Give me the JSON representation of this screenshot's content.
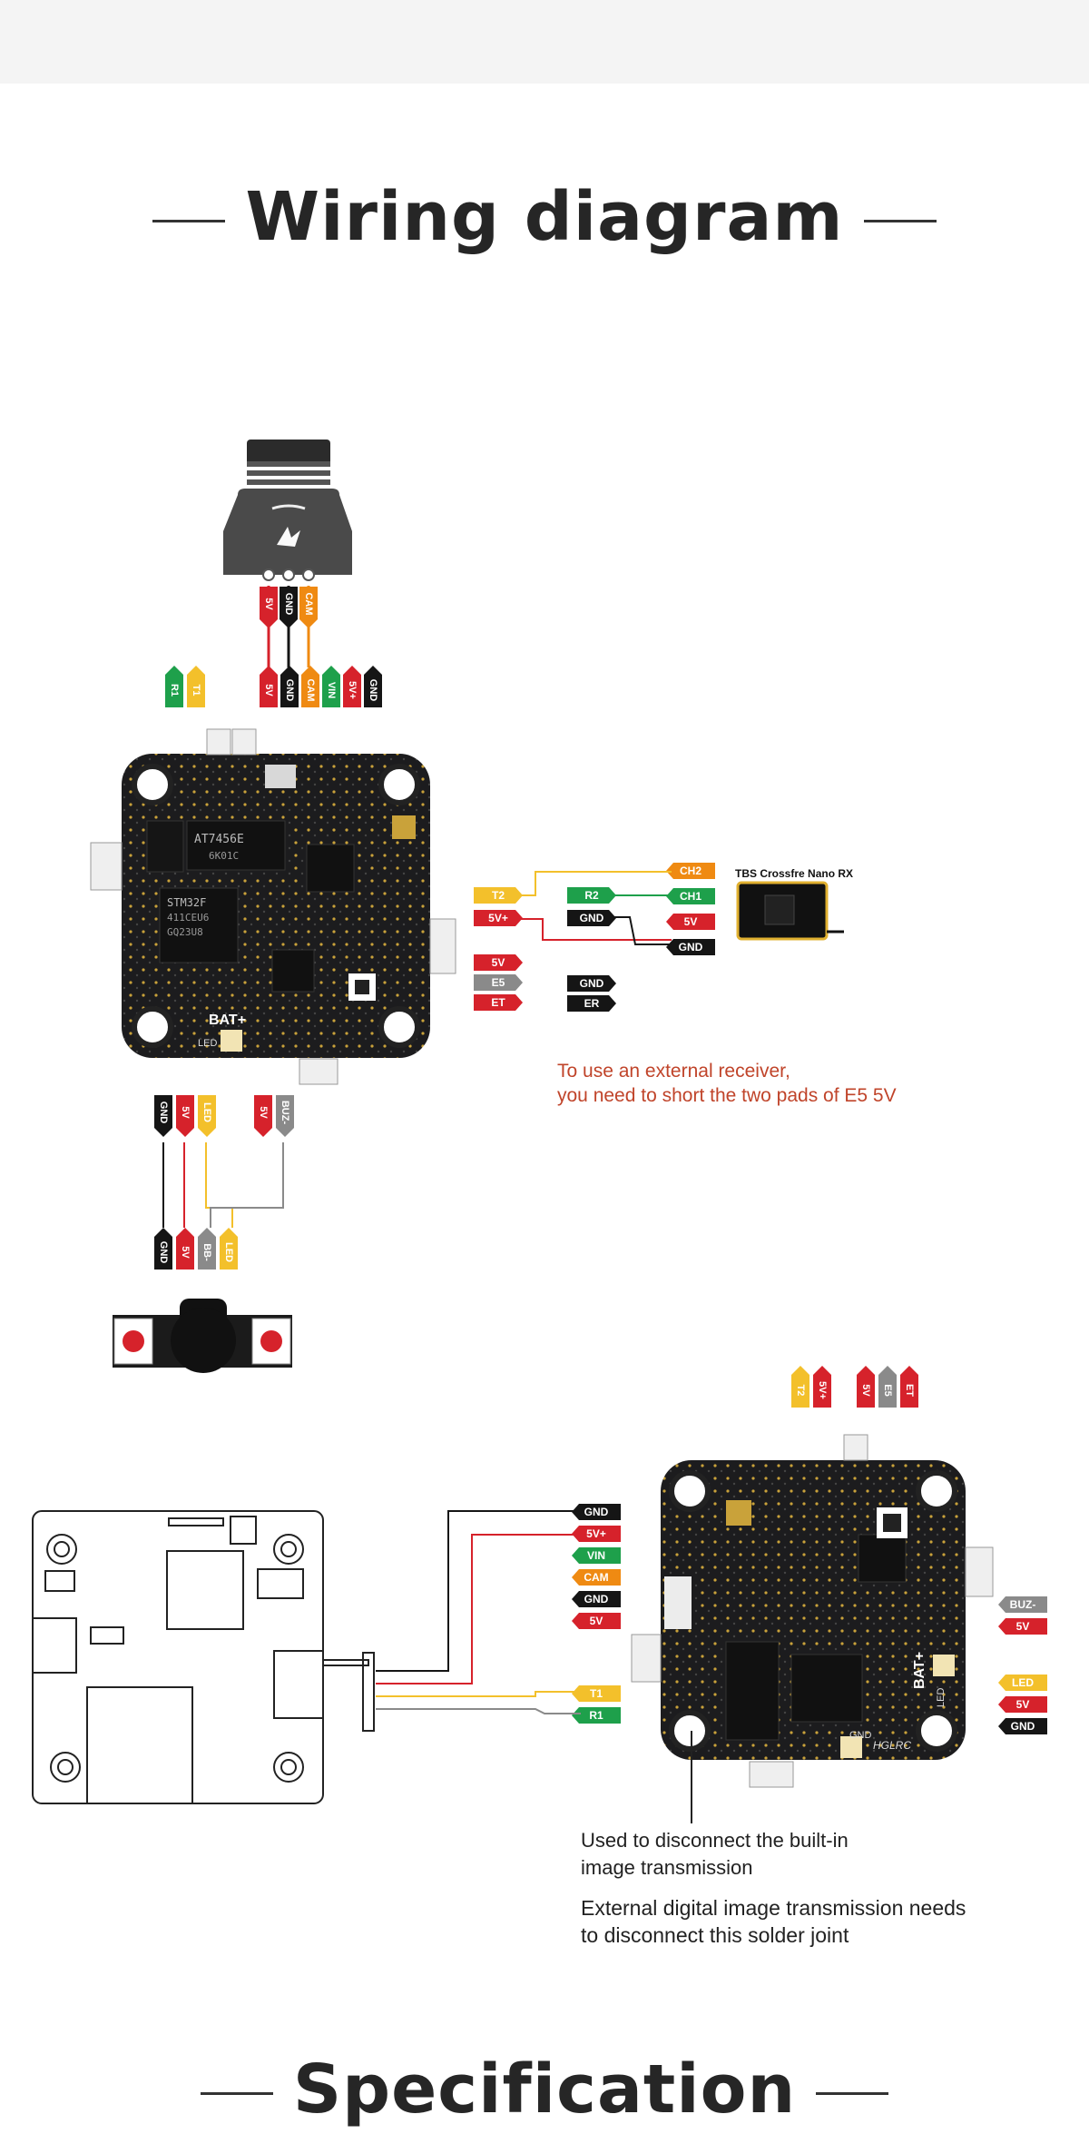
{
  "titles": {
    "wiring": "Wiring diagram",
    "spec": "Specification"
  },
  "colors": {
    "red": "#d6222b",
    "black": "#151515",
    "orange": "#ef8a12",
    "green": "#1ea04b",
    "yellow": "#f3c02b",
    "gray": "#8a8a8a"
  },
  "camera": {
    "tags_top": [
      "5V",
      "GND",
      "CAM"
    ],
    "tags_bottom": [
      "5V",
      "GND",
      "CAM",
      "VIN",
      "5V+",
      "GND"
    ],
    "tags_left": [
      "R1",
      "T1"
    ]
  },
  "fc_top_labels": {
    "chip1": "AT7456E",
    "chip1b": "6K01C",
    "mcu": "STM32F",
    "mcu2": "411CEU6",
    "mcu3": "GQ23U8",
    "bat": "BAT+",
    "led": "LED"
  },
  "receiver": {
    "title": "TBS Crossfre Nano RX",
    "fc_side": [
      "T2",
      "5V+"
    ],
    "mid": [
      "R2",
      "GND"
    ],
    "rx_side": [
      "CH2",
      "CH1",
      "5V",
      "GND"
    ],
    "pads_left": [
      "5V",
      "E5",
      "ET"
    ],
    "pads_right": [
      "GND",
      "ER"
    ]
  },
  "receiver_note": [
    "To use an external receiver,",
    "you need to short the two pads of E5 5V"
  ],
  "buzzer": {
    "top": [
      "GND",
      "5V",
      "LED"
    ],
    "top2": [
      "5V",
      "BUZ-"
    ],
    "bottom": [
      "GND",
      "5V",
      "BB-",
      "LED"
    ]
  },
  "bottom_top_tags": [
    "T2",
    "5V+",
    "5V",
    "E5",
    "ET"
  ],
  "vtx_tags": [
    "GND",
    "5V+",
    "VIN",
    "CAM",
    "GND",
    "5V"
  ],
  "uart_tags": [
    "T1",
    "R1"
  ],
  "right_tags": [
    "BUZ-",
    "5V",
    "LED",
    "5V",
    "GND"
  ],
  "fc_bottom_labels": {
    "bat": "BAT+",
    "led": "LED",
    "gnd": "GND",
    "brand": "HGLRC"
  },
  "bottom_notes": {
    "note1": [
      "Used to disconnect the built-in",
      "image transmission"
    ],
    "note2": [
      "External digital image transmission needs",
      "to disconnect this solder joint"
    ]
  }
}
